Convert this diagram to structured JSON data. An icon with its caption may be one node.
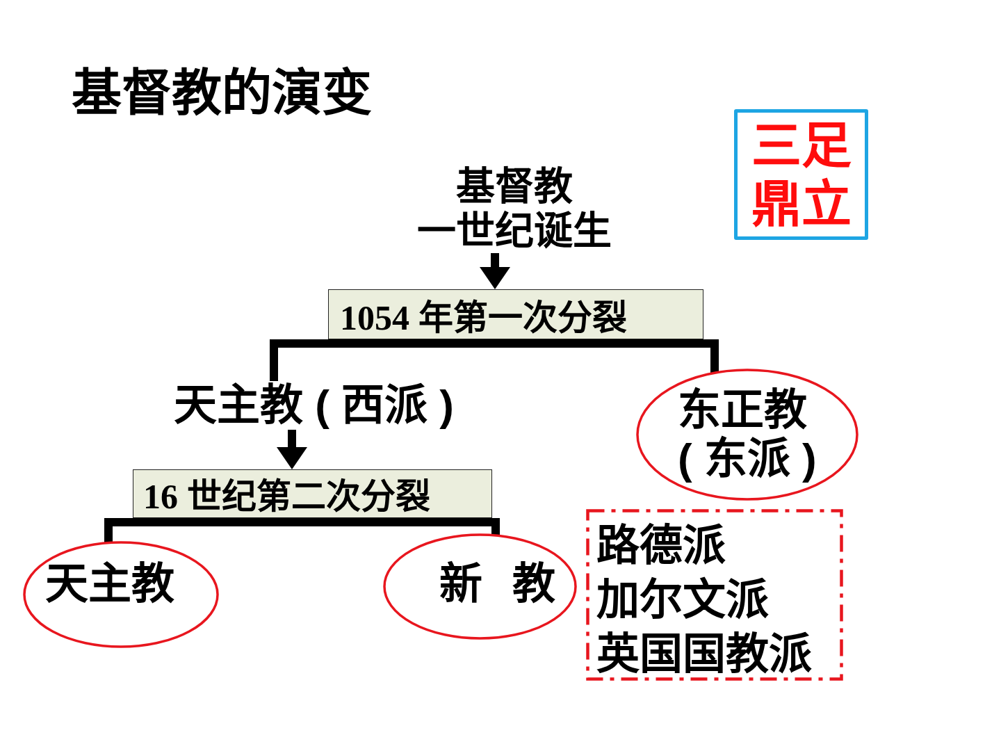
{
  "diagram": {
    "title": "基督教的演变",
    "nodes": [
      {
        "text": [
          "基督教",
          "一世纪诞生"
        ]
      },
      {
        "text": [
          "1054 年第一次分裂"
        ]
      },
      {
        "text": [
          "天主教 ( 西派 )"
        ]
      },
      {
        "text": [
          "东正教 ( 东派 )"
        ]
      },
      {
        "text": [
          "16 世纪第二次分裂"
        ]
      },
      {
        "text": [
          "天主教"
        ]
      },
      {
        "text": [
          "新 教"
        ]
      },
      {
        "text": [
          "路德派",
          "加尔文派",
          "英国国教派"
        ]
      },
      {
        "text": [
          "三足鼎立"
        ]
      }
    ],
    "edges": [
      {
        "from": 0,
        "to": 1,
        "arrow": "to"
      },
      {
        "from": 1,
        "to": 2,
        "arrow": "none"
      },
      {
        "from": 1,
        "to": 3,
        "arrow": "none"
      },
      {
        "from": 2,
        "to": 4,
        "arrow": "to"
      },
      {
        "from": 4,
        "to": 5,
        "arrow": "none"
      },
      {
        "from": 4,
        "to": 6,
        "arrow": "none"
      }
    ]
  }
}
